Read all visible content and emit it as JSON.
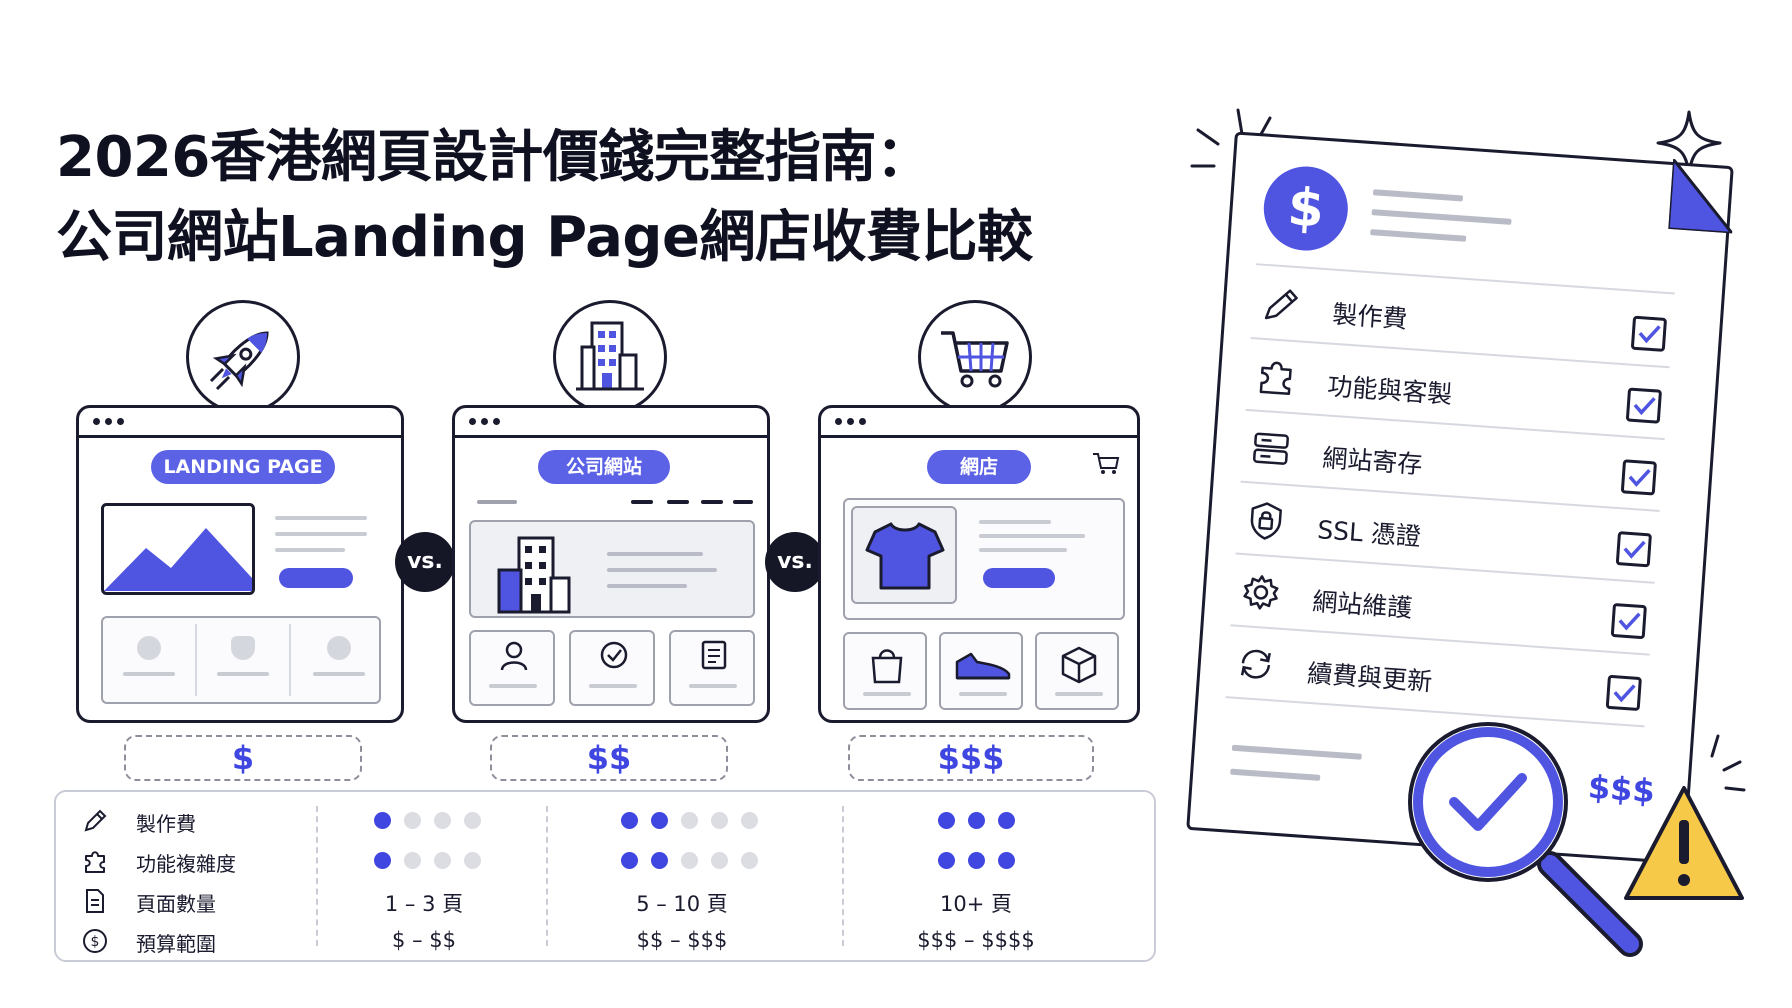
{
  "title": {
    "line1": "2026香港網頁設計價錢完整指南：",
    "line2": "公司網站Landing Page網店收費比較"
  },
  "colors": {
    "accent": "#4f55e0",
    "ink": "#1a1b2e",
    "warning": "#f7c948"
  },
  "cards": [
    {
      "pill": "LANDING PAGE",
      "price": "$",
      "icon": "rocket-icon"
    },
    {
      "pill": "公司網站",
      "price": "$$",
      "icon": "building-icon"
    },
    {
      "pill": "網店",
      "price": "$$$",
      "icon": "cart-icon"
    }
  ],
  "vs_label": "vs.",
  "table": {
    "rows": [
      {
        "label": "製作費",
        "icon": "pencil-icon"
      },
      {
        "label": "功能複雜度",
        "icon": "puzzle-icon"
      },
      {
        "label": "頁面數量",
        "icon": "page-icon"
      },
      {
        "label": "預算範圍",
        "icon": "dollar-icon"
      }
    ],
    "columns": [
      {
        "cost_level": 1,
        "complexity": 1,
        "pages": "1 – 3 頁",
        "budget": "$ – $$"
      },
      {
        "cost_level": 2,
        "complexity": 2,
        "pages": "5 – 10 頁",
        "budget": "$$ – $$$"
      },
      {
        "cost_level": 3,
        "complexity": 3,
        "pages": "10+ 頁",
        "budget": "$$$ – $$$$"
      }
    ]
  },
  "checklist": {
    "items": [
      {
        "label": "製作費",
        "icon": "pencil-icon"
      },
      {
        "label": "功能與客製",
        "icon": "puzzle-icon"
      },
      {
        "label": "網站寄存",
        "icon": "server-icon"
      },
      {
        "label": "SSL 憑證",
        "icon": "shield-lock-icon"
      },
      {
        "label": "網站維護",
        "icon": "gear-icon"
      },
      {
        "label": "續費與更新",
        "icon": "refresh-icon"
      }
    ],
    "price": "$$$"
  }
}
